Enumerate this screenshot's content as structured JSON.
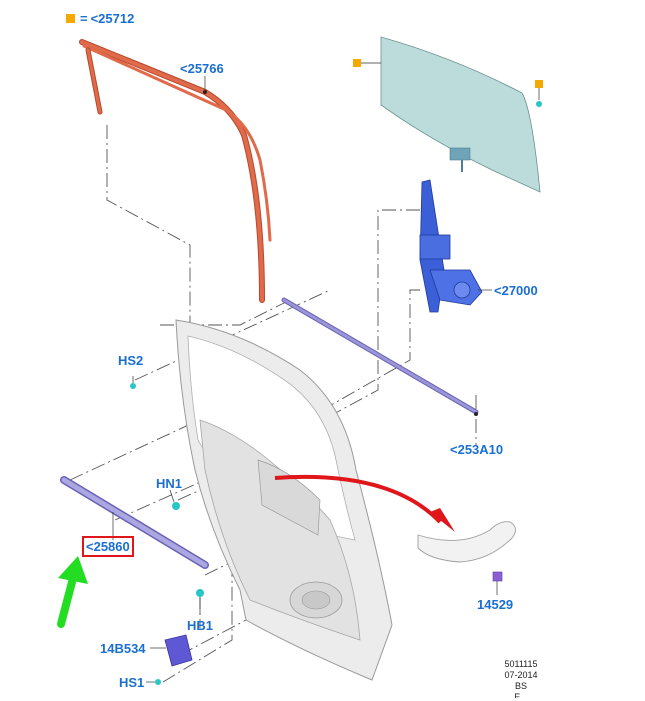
{
  "legend": {
    "equals": "=",
    "code": "<25712",
    "marker_color": "#f5a800"
  },
  "labels": {
    "l25766": "<25766",
    "l27000": "<27000",
    "hs2": "HS2",
    "l253a10": "<253A10",
    "hn1": "HN1",
    "l25860": "<25860",
    "l14529": "14529",
    "hb1": "HB1",
    "l14b534": "14B534",
    "hs1": "HS1"
  },
  "stamp": {
    "line1": "5011115",
    "line2": "07-2014",
    "line3": "BS",
    "line4": "E..."
  },
  "colors": {
    "label_blue": "#1a6fd0",
    "highlight_red": "#e0161b",
    "arrow_green": "#22dd22",
    "arrow_red": "#e0161b",
    "glass": "#bcdcdc",
    "run_channel": "#e06a4a",
    "regulator": "#3b5fd6",
    "belt_strip": "#9a94d8",
    "door_panel": "#eeeeee",
    "clip_cyan": "#28c6c6",
    "clip_purple": "#8a5fd6"
  },
  "icons": {
    "green_arrow": "green-arrow-icon",
    "red_arrow": "red-curved-arrow-icon",
    "marker": "orange-square-icon"
  }
}
